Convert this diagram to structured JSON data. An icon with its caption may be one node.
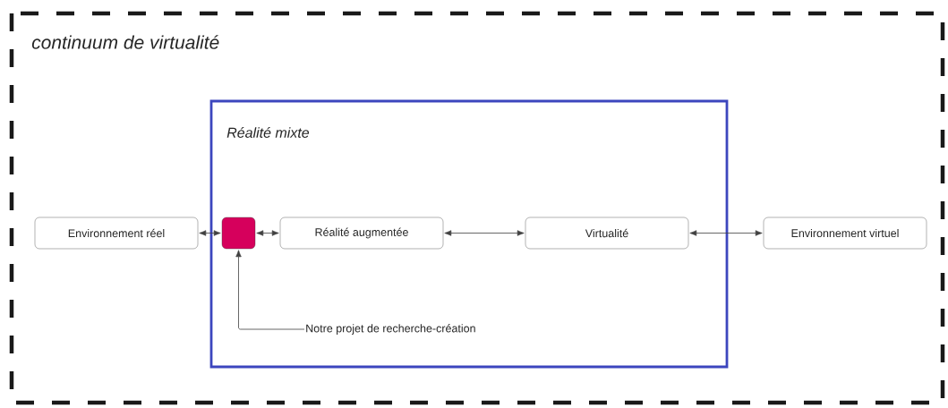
{
  "diagram": {
    "nodes": [
      {
        "text": [
          "continuum de virtualité"
        ]
      },
      {
        "text": [
          "Réalité mixte"
        ],
        "in": 0
      },
      {
        "text": [
          "Environnement réel"
        ],
        "in": 0
      },
      {
        "text": [],
        "shape": "box",
        "in": 1
      },
      {
        "text": [
          "Réalité augmentée"
        ],
        "in": 1
      },
      {
        "text": [
          "Virtualité"
        ],
        "in": 1
      },
      {
        "text": [
          "Environnement virtuel"
        ],
        "in": 0
      },
      {
        "text": [
          "Notre projet de recherche-création"
        ],
        "in": 1
      }
    ],
    "edges": [
      {
        "from": 2,
        "to": 3,
        "arrow": "both"
      },
      {
        "from": 3,
        "to": 4,
        "arrow": "both"
      },
      {
        "from": 4,
        "to": 5,
        "arrow": "both"
      },
      {
        "from": 5,
        "to": 6,
        "arrow": "both"
      },
      {
        "from": 7,
        "to": 3,
        "arrow": "to"
      }
    ]
  }
}
